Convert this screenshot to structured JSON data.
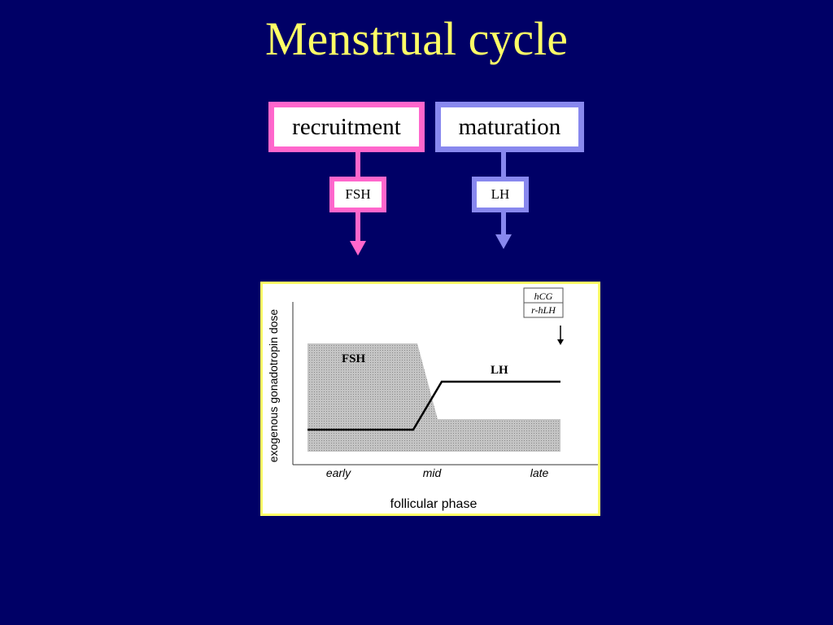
{
  "title": "Menstrual cycle",
  "colors": {
    "background": "#000066",
    "title": "#ffff66",
    "recruitment_border": "#ff66cc",
    "maturation_border": "#8888ee",
    "panel_border": "#ffff66"
  },
  "boxes": {
    "recruitment": "recruitment",
    "maturation": "maturation",
    "fsh": "FSH",
    "lh": "LH"
  },
  "graph": {
    "ylabel": "exogenous gonadotropin dose",
    "xlabel": "follicular phase",
    "x_ticks": [
      "early",
      "mid",
      "late"
    ],
    "fsh_label": "FSH",
    "lh_label": "LH",
    "trigger_top": "hCG",
    "trigger_bottom": "r-hLH"
  }
}
